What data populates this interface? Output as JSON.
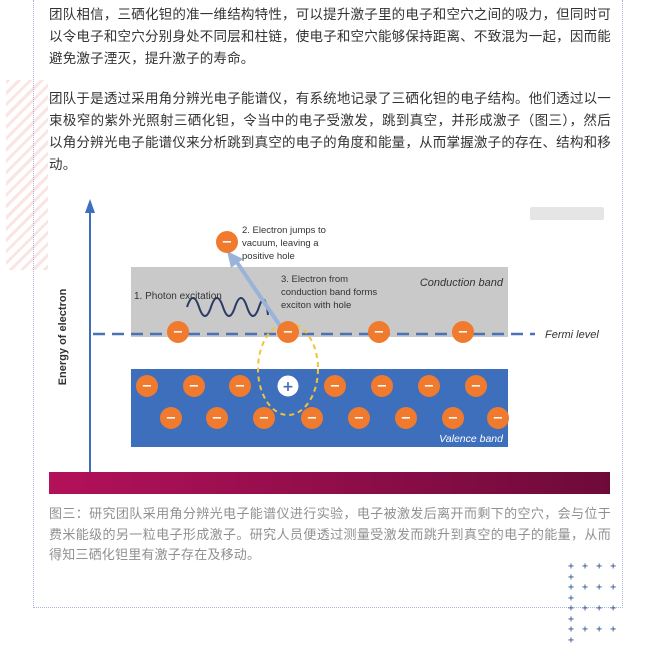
{
  "article": {
    "paragraph_1": "团队相信，三硒化钽的准一维结构特性，可以提升激子里的电子和空穴之间的吸力，但同时可以令电子和空穴分别身处不同层和柱链，使电子和空穴能够保持距离、不致混为一起，因而能避免激子湮灭，提升激子的寿命。",
    "paragraph_2": "团队于是透过采用角分辨光电子能谱仪，有系统地记录了三硒化钽的电子结构。他们透过以一束极窄的紫外光照射三硒化钽，令当中的电子受激发，跳到真空，并形成激子（图三），然后以角分辨光电子能谱仪来分析跳到真空的电子的角度和能量，从而掌握激子的存在、结构和移动。",
    "caption": "图三：研究团队采用角分辨光电子能谱仪进行实验，电子被激发后离开而剩下的空穴，会与位于费米能级的另一粒电子形成激子。研究人员便透过测量受激发而跳升到真空的电子的能量，从而得知三硒化钽里有激子存在及移动。"
  },
  "figure": {
    "y_axis_label": "Energy of electron",
    "conduction_band_label": "Conduction band",
    "valence_band_label": "Valence band",
    "fermi_level_label": "Fermi level",
    "step1": "1. Photon excitation",
    "step2_lines": [
      "2. Electron jumps to",
      "vacuum, leaving a",
      "positive hole"
    ],
    "step3_lines": [
      "3. Electron from",
      "conduction band forms",
      "exciton with hole"
    ],
    "electron_symbol": "−",
    "hole_symbol": "+",
    "colors": {
      "electron": "#f07a2e",
      "conduction_band": "#c9c9c9",
      "valence_band": "#3d6fbd",
      "fermi_line": "#4a72b5",
      "axis": "#3d6fbd",
      "banner_start": "#b3115a",
      "banner_end": "#6e0a3a",
      "exciton_outline": "#f2c33a"
    }
  },
  "decor": {
    "plus_rows": [
      "+ + + + +",
      "+ + + + +",
      "+ + + + +",
      "+ + + + +"
    ]
  }
}
